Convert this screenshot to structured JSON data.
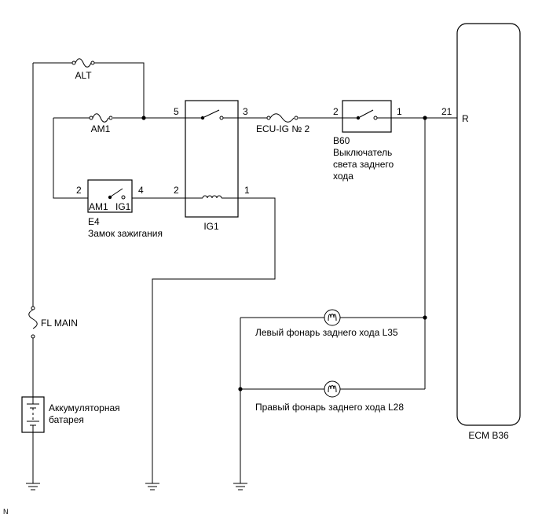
{
  "fuses": {
    "alt": "ALT",
    "am1": "AM1",
    "ecu_ig": "ECU-IG № 2",
    "fl_main": "FL MAIN"
  },
  "ignition_switch": {
    "code": "E4",
    "name": "Замок зажигания",
    "pin_left": "2",
    "pin_right": "4",
    "contact_am1": "AM1",
    "contact_ig1": "IG1"
  },
  "relay": {
    "name": "IG1",
    "pin_top_left": "5",
    "pin_top_right": "3",
    "pin_bottom_left": "2",
    "pin_bottom_right": "1"
  },
  "reverse_switch": {
    "code": "B60",
    "name_line1": "Выключатель",
    "name_line2": "света заднего",
    "name_line3": "хода",
    "pin_left": "2",
    "pin_right": "1"
  },
  "ecm": {
    "label": "ECM B36",
    "pin": "21",
    "terminal": "R"
  },
  "lamps": [
    {
      "label": "Левый фонарь заднего хода L35"
    },
    {
      "label": "Правый фонарь заднего хода L28"
    }
  ],
  "battery": {
    "line1": "Аккумуляторная",
    "line2": "батарея"
  },
  "corner_mark": "N"
}
